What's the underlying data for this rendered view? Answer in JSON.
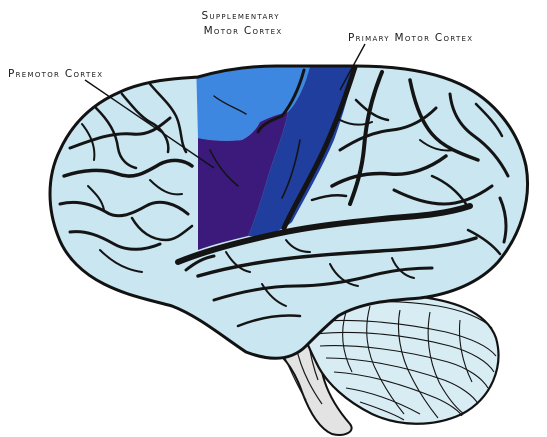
{
  "labels": {
    "supplementary_motor_cortex": [
      "Supplementary",
      "Motor Cortex"
    ],
    "primary_motor_cortex": "Primary Motor Cortex",
    "premotor_cortex": "Premotor Cortex"
  },
  "colors": {
    "background": "#ffffff",
    "brain_fill": "#c9e6f1",
    "brain_outline": "#121212",
    "supplementary_motor_cortex": "#3d87e0",
    "premotor_cortex": "#3b1a7c",
    "primary_motor_cortex": "#1f3e9e",
    "cerebellum": "#d8ecf3",
    "brainstem": "#e3e3e3"
  }
}
